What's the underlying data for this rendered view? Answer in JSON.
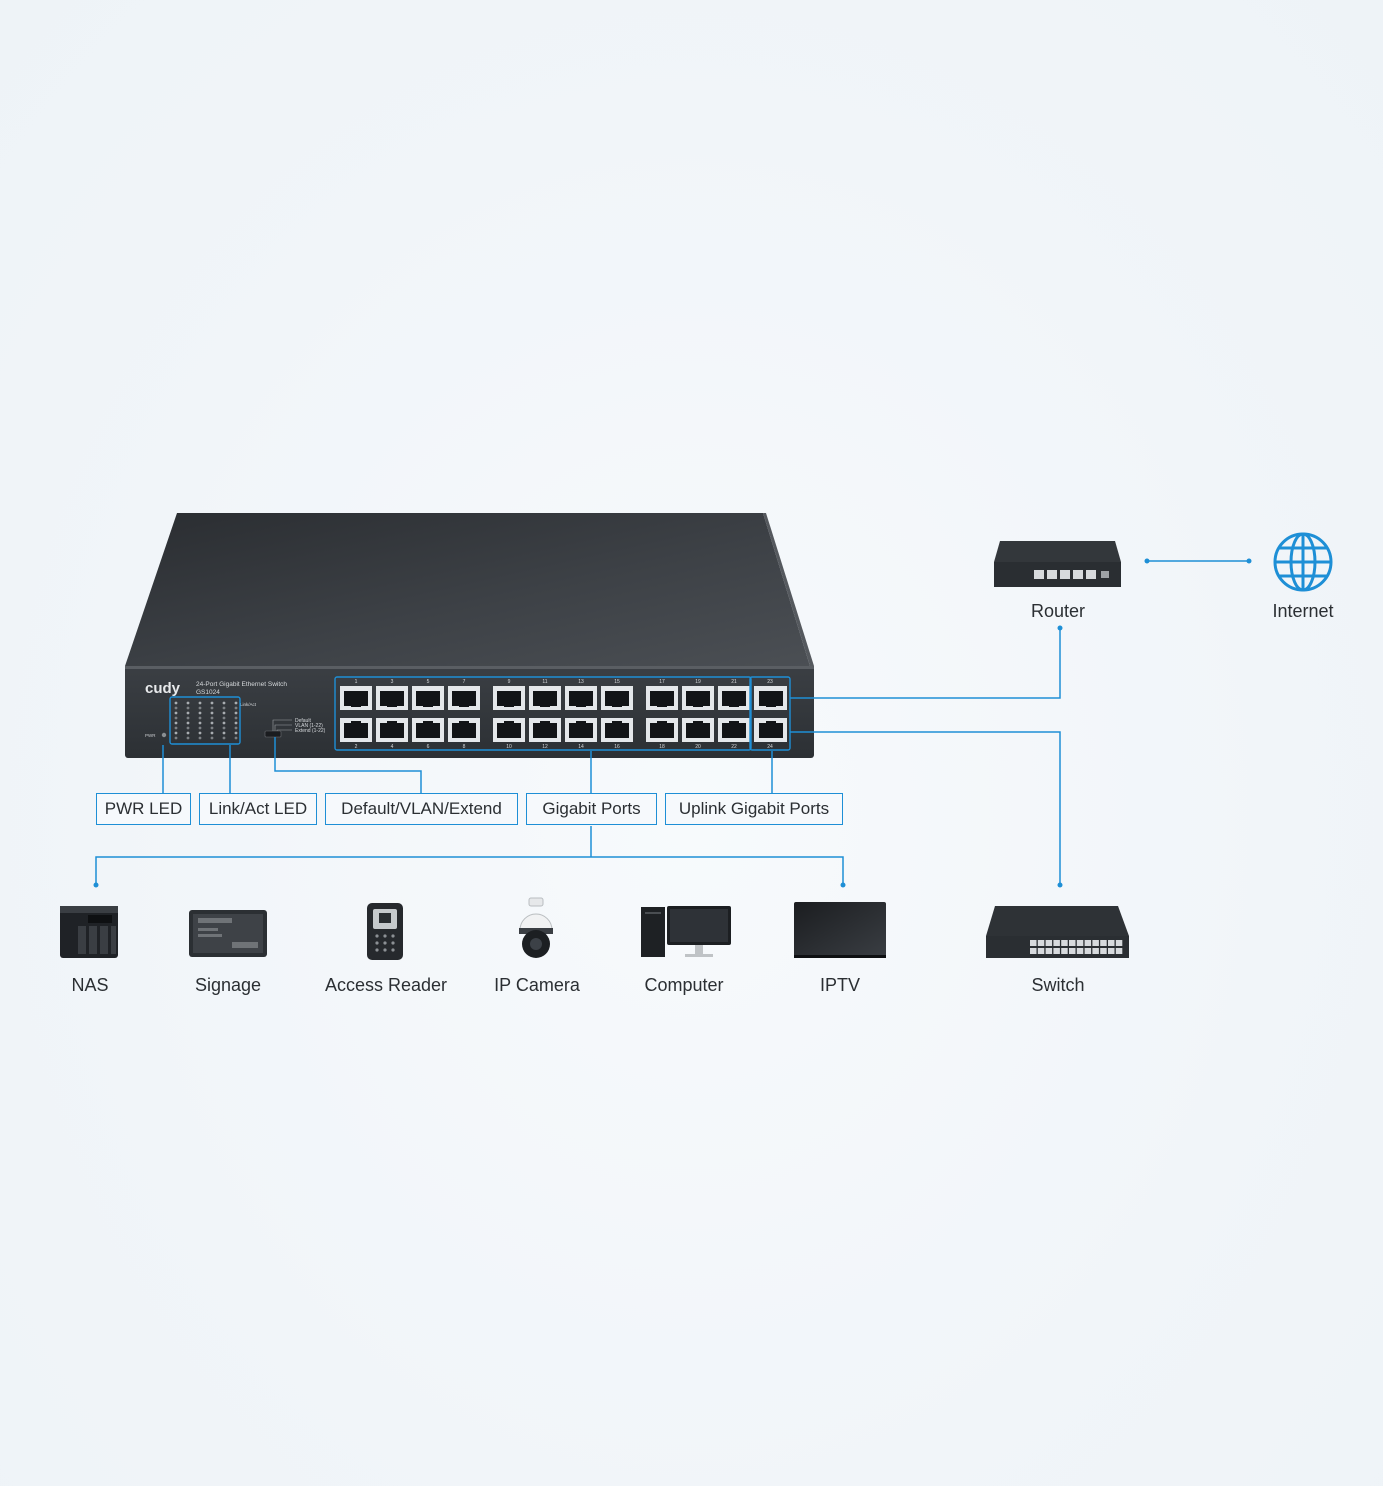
{
  "switch_front": {
    "brand": "cudy",
    "model_line": "24-Port Gigabit Ethernet Switch",
    "model": "GS1024",
    "pwr": "PWR",
    "link_act": "Link/Act",
    "mode_default": "Default",
    "mode_vlan": "VLAN (1-22)",
    "mode_extend": "Extend (1-22)",
    "top_port_numbers": [
      "1",
      "3",
      "5",
      "7",
      "9",
      "11",
      "13",
      "15",
      "17",
      "19",
      "21",
      "23"
    ],
    "bottom_port_numbers": [
      "2",
      "4",
      "6",
      "8",
      "10",
      "12",
      "14",
      "16",
      "18",
      "20",
      "22",
      "24"
    ]
  },
  "features": {
    "pwr_led": "PWR LED",
    "link_act_led": "Link/Act LED",
    "mode_switch": "Default/VLAN/Extend",
    "gigabit_ports": "Gigabit Ports",
    "uplink_ports": "Uplink Gigabit Ports"
  },
  "devices": {
    "router": "Router",
    "internet": "Internet",
    "nas": "NAS",
    "signage": "Signage",
    "access_reader": "Access Reader",
    "ip_camera": "IP Camera",
    "computer": "Computer",
    "iptv": "IPTV",
    "switch": "Switch"
  },
  "colors": {
    "accent": "#1e8fd6",
    "chassis": "#2e3236"
  }
}
